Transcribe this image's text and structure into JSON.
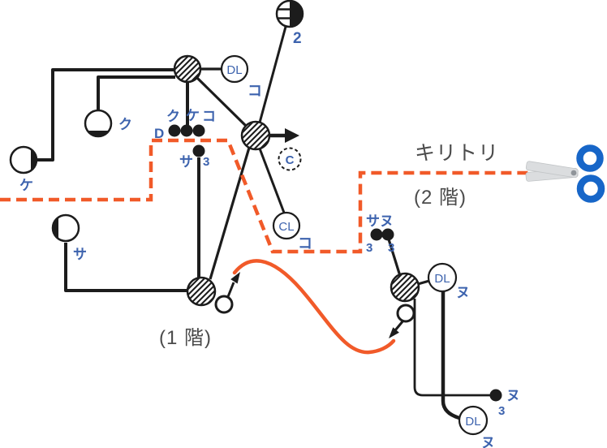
{
  "colors": {
    "line": "#1c1c1c",
    "label_blue": "#3d63ae",
    "cut_orange": "#f15a29",
    "floor_text": "#4b4b4b",
    "scissors_blue": "#1766c8"
  },
  "annotations": {
    "cut_label": "キリトリ",
    "floor_2": "(2 階)",
    "floor_1": "(1 階)"
  },
  "devices": {
    "outlet_top": {
      "count": "2"
    },
    "downlight_top": {
      "symbol": "DL",
      "circuit": "コ"
    },
    "ceiling_light": {
      "symbol": "CL",
      "circuit": "コ"
    },
    "downlight_mid": {
      "symbol": "DL",
      "circuit": "ヌ"
    },
    "downlight_bottom": {
      "symbol": "DL",
      "circuit": "ヌ"
    },
    "lamp_ku": {
      "circuit": "ク"
    },
    "lamp_ke": {
      "circuit": "ケ"
    },
    "lamp_sa": {
      "circuit": "サ"
    },
    "joint_marker": {
      "label": "C"
    }
  },
  "switches": {
    "box_label": "D",
    "bank_1f": {
      "labels": [
        "ク",
        "ケ",
        "コ"
      ]
    },
    "three_way_sa": {
      "label": "サ",
      "ways": "3"
    },
    "bank_2f": {
      "label": "サヌ",
      "ways_left": "3",
      "ways_right": "3"
    },
    "three_way_nu": {
      "label": "ヌ",
      "ways": "3"
    }
  }
}
